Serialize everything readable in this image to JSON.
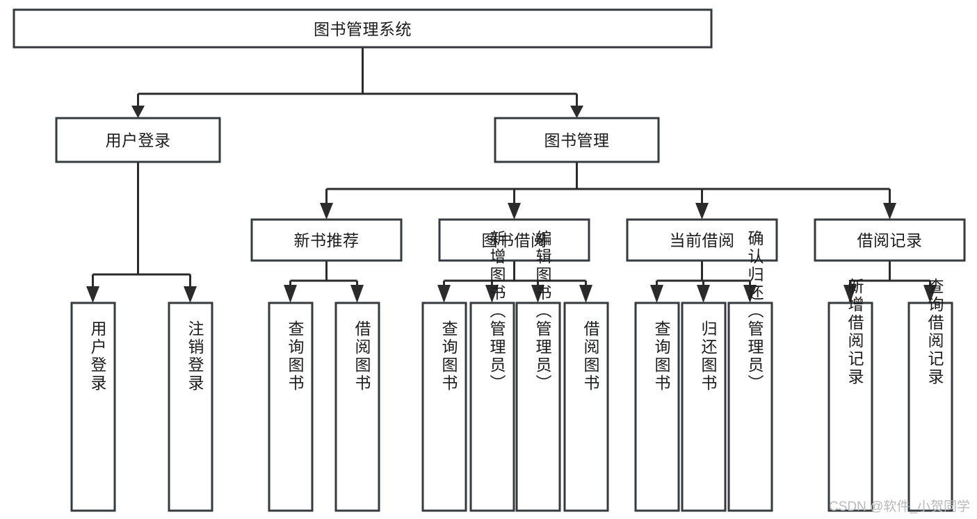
{
  "diagram": {
    "type": "tree-hierarchy",
    "title": "图书管理系统",
    "watermark": "CSDN @软件_小贺同学",
    "colors": {
      "box_stroke": "#36393d",
      "box_fill": "#ffffff",
      "connector": "#2b2b2b",
      "text": "#1b1b1b",
      "watermark": "#b9b9b9",
      "background": "#ffffff"
    },
    "levels": [
      {
        "level": 1,
        "nodes": [
          {
            "id": "root",
            "label": "图书管理系统",
            "orientation": "horizontal"
          }
        ]
      },
      {
        "level": 2,
        "nodes": [
          {
            "id": "user-login",
            "label": "用户登录",
            "orientation": "horizontal",
            "parent": "root"
          },
          {
            "id": "book-manage",
            "label": "图书管理",
            "orientation": "horizontal",
            "parent": "root"
          }
        ]
      },
      {
        "level": 3,
        "nodes": [
          {
            "id": "new-book-rec",
            "label": "新书推荐",
            "orientation": "horizontal",
            "parent": "book-manage"
          },
          {
            "id": "book-borrow",
            "label": "图书借阅",
            "orientation": "horizontal",
            "parent": "book-manage"
          },
          {
            "id": "current-borrow",
            "label": "当前借阅",
            "orientation": "horizontal",
            "parent": "book-manage"
          },
          {
            "id": "borrow-record",
            "label": "借阅记录",
            "orientation": "horizontal",
            "parent": "book-manage"
          }
        ]
      },
      {
        "level": 4,
        "nodes": [
          {
            "id": "leaf-user-login",
            "label": "用户登录",
            "orientation": "vertical",
            "parent": "user-login"
          },
          {
            "id": "leaf-logout-login",
            "label": "注销登录",
            "orientation": "vertical",
            "parent": "user-login"
          },
          {
            "id": "leaf-query-book-1",
            "label": "查询图书",
            "orientation": "vertical",
            "parent": "new-book-rec"
          },
          {
            "id": "leaf-borrow-book-1",
            "label": "借阅图书",
            "orientation": "vertical",
            "parent": "new-book-rec"
          },
          {
            "id": "leaf-query-book-2",
            "label": "查询图书",
            "orientation": "vertical",
            "parent": "book-borrow"
          },
          {
            "id": "leaf-add-book",
            "label": "新增图书（管理员）",
            "orientation": "vertical",
            "parent": "book-borrow"
          },
          {
            "id": "leaf-edit-book",
            "label": "编辑图书（管理员）",
            "orientation": "vertical",
            "parent": "book-borrow"
          },
          {
            "id": "leaf-borrow-book-2",
            "label": "借阅图书",
            "orientation": "vertical",
            "parent": "book-borrow"
          },
          {
            "id": "leaf-query-book-3",
            "label": "查询图书",
            "orientation": "vertical",
            "parent": "current-borrow"
          },
          {
            "id": "leaf-return-book",
            "label": "归还图书",
            "orientation": "vertical",
            "parent": "current-borrow"
          },
          {
            "id": "leaf-confirm-return",
            "label": "确认归还（管理员）",
            "orientation": "vertical",
            "parent": "current-borrow"
          },
          {
            "id": "leaf-add-record",
            "label": "新增借阅记录",
            "orientation": "vertical",
            "parent": "borrow-record"
          },
          {
            "id": "leaf-query-record",
            "label": "查询借阅记录",
            "orientation": "vertical",
            "parent": "borrow-record"
          }
        ]
      }
    ]
  }
}
